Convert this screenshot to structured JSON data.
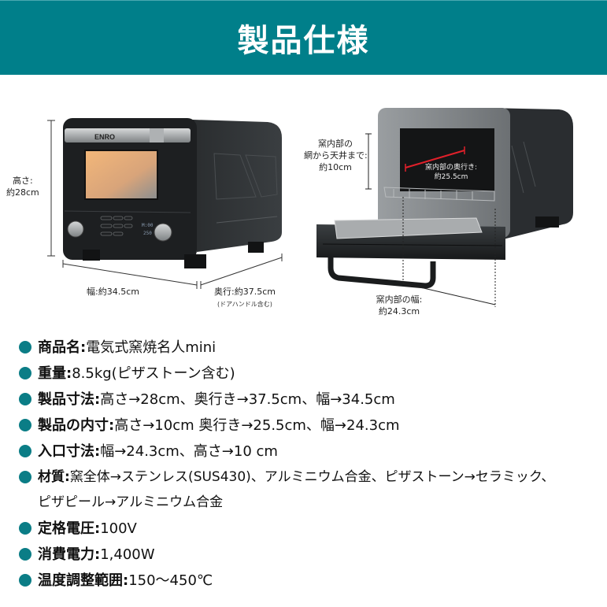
{
  "header": {
    "title": "製品仕様",
    "bg_color": "#007f8a"
  },
  "figure_left": {
    "brand": "ENRO",
    "height_label": [
      "高さ:",
      "約28cm"
    ],
    "width_label": "幅:約34.5cm",
    "depth_label": "奥行:約37.5cm",
    "depth_note": "(ドアハンドル含む)"
  },
  "figure_right": {
    "interior_height_label": [
      "窯内部の",
      "網から天井まで:",
      "約10cm"
    ],
    "interior_depth_label": [
      "窯内部の奥行き:",
      "約25.5cm"
    ],
    "interior_width_label": [
      "窯内部の幅:",
      "約24.3cm"
    ],
    "measure_line_color": "#e0202a"
  },
  "specs": {
    "bullet_color": "#0b7d86",
    "items": [
      {
        "label": "商品名",
        "value": "電気式窯焼名人mini"
      },
      {
        "label": "重量",
        "value": "8.5kg(ピザストーン含む)"
      },
      {
        "label": "製品寸法",
        "value": "高さ→28cm、奥行き→37.5cm、幅→34.5cm"
      },
      {
        "label": "製品の内寸",
        "value": "高さ→10cm 奥行き→25.5cm、幅→24.3cm"
      },
      {
        "label": "入口寸法",
        "value": "幅→24.3cm、高さ→10 cm"
      },
      {
        "label": "材質",
        "value": "窯全体→ステンレス(SUS430)、アルミニウム合金、ピザストーン→セラミック、",
        "continuation": "ピザピール→アルミニウム合金"
      },
      {
        "label": "定格電圧",
        "value": "100V"
      },
      {
        "label": "消費電力",
        "value": "1,400W"
      },
      {
        "label": "温度調整範囲",
        "value": "150〜450℃"
      }
    ],
    "separator": ":"
  }
}
